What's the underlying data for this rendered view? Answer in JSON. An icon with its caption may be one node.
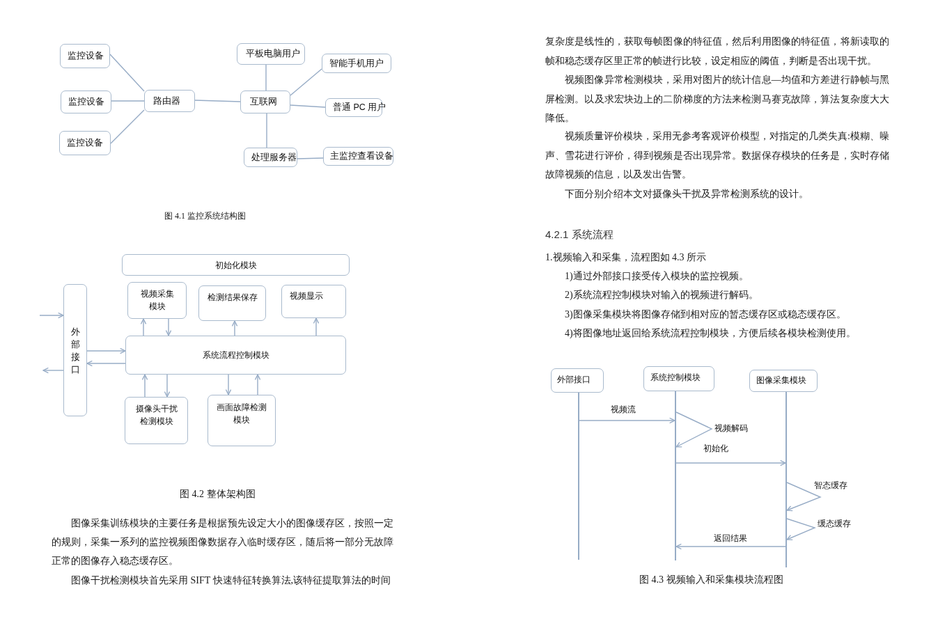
{
  "diagram": {
    "nodes": [
      {
        "text": [
          "监控设备"
        ]
      },
      {
        "text": [
          "监控设备"
        ]
      },
      {
        "text": [
          "监控设备"
        ]
      },
      {
        "text": [
          "路由器"
        ]
      },
      {
        "text": [
          "平板电脑用户"
        ]
      },
      {
        "text": [
          "互联网"
        ]
      },
      {
        "text": [
          "智能手机用户"
        ]
      },
      {
        "text": [
          "普通 PC 用户"
        ]
      },
      {
        "text": [
          "处理服务器"
        ]
      },
      {
        "text": [
          "主监控查看设备"
        ]
      },
      {
        "text": [
          "初始化模块"
        ]
      },
      {
        "text": [
          "外部接口"
        ]
      },
      {
        "text": [
          "视频采集模块"
        ]
      },
      {
        "text": [
          "检测结果保存"
        ]
      },
      {
        "text": [
          "视频显示"
        ]
      },
      {
        "text": [
          "系统流程控制模块"
        ]
      },
      {
        "text": [
          "摄像头干扰检测模块"
        ]
      },
      {
        "text": [
          "画面故障检测模块"
        ]
      },
      {
        "text": [
          "外部接口"
        ]
      },
      {
        "text": [
          "系统控制模块"
        ]
      },
      {
        "text": [
          "图像采集模块"
        ]
      },
      {
        "text": [],
        "shape": "bar"
      },
      {
        "text": [],
        "shape": "bar"
      },
      {
        "text": [],
        "shape": "bar"
      }
    ],
    "edges": [
      {
        "from": 0,
        "to": 3,
        "arrow": "none"
      },
      {
        "from": 1,
        "to": 3,
        "arrow": "none"
      },
      {
        "from": 2,
        "to": 3,
        "arrow": "none"
      },
      {
        "from": 3,
        "to": 5,
        "arrow": "none"
      },
      {
        "from": 4,
        "to": 5,
        "arrow": "none"
      },
      {
        "from": 5,
        "to": 6,
        "arrow": "none"
      },
      {
        "from": 5,
        "to": 7,
        "arrow": "none"
      },
      {
        "from": 5,
        "to": 8,
        "arrow": "none"
      },
      {
        "from": 8,
        "to": 9,
        "arrow": "none"
      },
      {
        "from": null,
        "to": 11,
        "arrow": "to"
      },
      {
        "from": 11,
        "to": null,
        "arrow": "to"
      },
      {
        "from": 11,
        "to": 15,
        "arrow": "to"
      },
      {
        "from": 15,
        "to": 11,
        "arrow": "to"
      },
      {
        "from": 15,
        "to": 12,
        "arrow": "to"
      },
      {
        "from": 12,
        "to": 15,
        "arrow": "to"
      },
      {
        "from": 15,
        "to": 13,
        "arrow": "to"
      },
      {
        "from": 15,
        "to": 14,
        "arrow": "to"
      },
      {
        "from": 16,
        "to": 15,
        "arrow": "to"
      },
      {
        "from": 15,
        "to": 16,
        "arrow": "to"
      },
      {
        "from": 15,
        "to": 17,
        "arrow": "to"
      },
      {
        "from": 17,
        "to": 15,
        "arrow": "to"
      },
      {
        "from": 21,
        "to": 22,
        "arrow": "to",
        "label": "视频流"
      },
      {
        "from": 22,
        "to": 22,
        "arrow": "to",
        "label": "视频解码"
      },
      {
        "from": 22,
        "to": 23,
        "arrow": "to",
        "label": "初始化"
      },
      {
        "from": 23,
        "to": 23,
        "arrow": "to",
        "label": "智态缓存"
      },
      {
        "from": 23,
        "to": 23,
        "arrow": "to",
        "label": "缓态缓存"
      },
      {
        "from": 23,
        "to": 22,
        "arrow": "to",
        "label": "返回结果"
      }
    ],
    "labels": [
      "图 4.1 监控系统结构图",
      "图 4.2 整体架构图",
      "图像采集训练模块的主要任务是根据预先设定大小的图像缓存区，按照一定的规则，采集一系列的监控视频图像数据存入临时缓存区，随后将一部分无故障正常的图像存入稳态缓存区。",
      "图像干扰检测模块首先采用 SIFT 快速特征转换算法,该特征提取算法的时间",
      "复杂度是线性的，获取每帧图像的特征值，然后利用图像的特征值，将新读取的帧和稳态缓存区里正常的帧进行比较，设定相应的阈值，判断是否出现干扰。",
      "视频图像异常检测模块，采用对图片的统计信息—均值和方差进行静帧与黑屏检测。以及求宏块边上的二阶梯度的方法来检测马赛克故障，算法复杂度大大降低。",
      "视频质量评价模块，采用无参考客观评价模型，对指定的几类失真:模糊、噪声、雪花进行评价，得到视频是否出现异常。数据保存模块的任务是，实时存储故障视频的信息，以及发出告警。",
      "下面分别介绍本文对摄像头干扰及异常检测系统的设计。",
      "4.2.1 系统流程",
      "1.视频输入和采集，流程图如 4.3 所示",
      "1)通过外部接口接受传入模块的监控视频。",
      "2)系统流程控制模块对输入的视频进行解码。",
      "3)图像采集模块将图像存储到相对应的暂态缓存区或稳态缓存区。",
      "4)将图像地址返回给系统流程控制模块，方便后续各模块检测使用。",
      "图 4.3 视频输入和采集模块流程图"
    ]
  }
}
